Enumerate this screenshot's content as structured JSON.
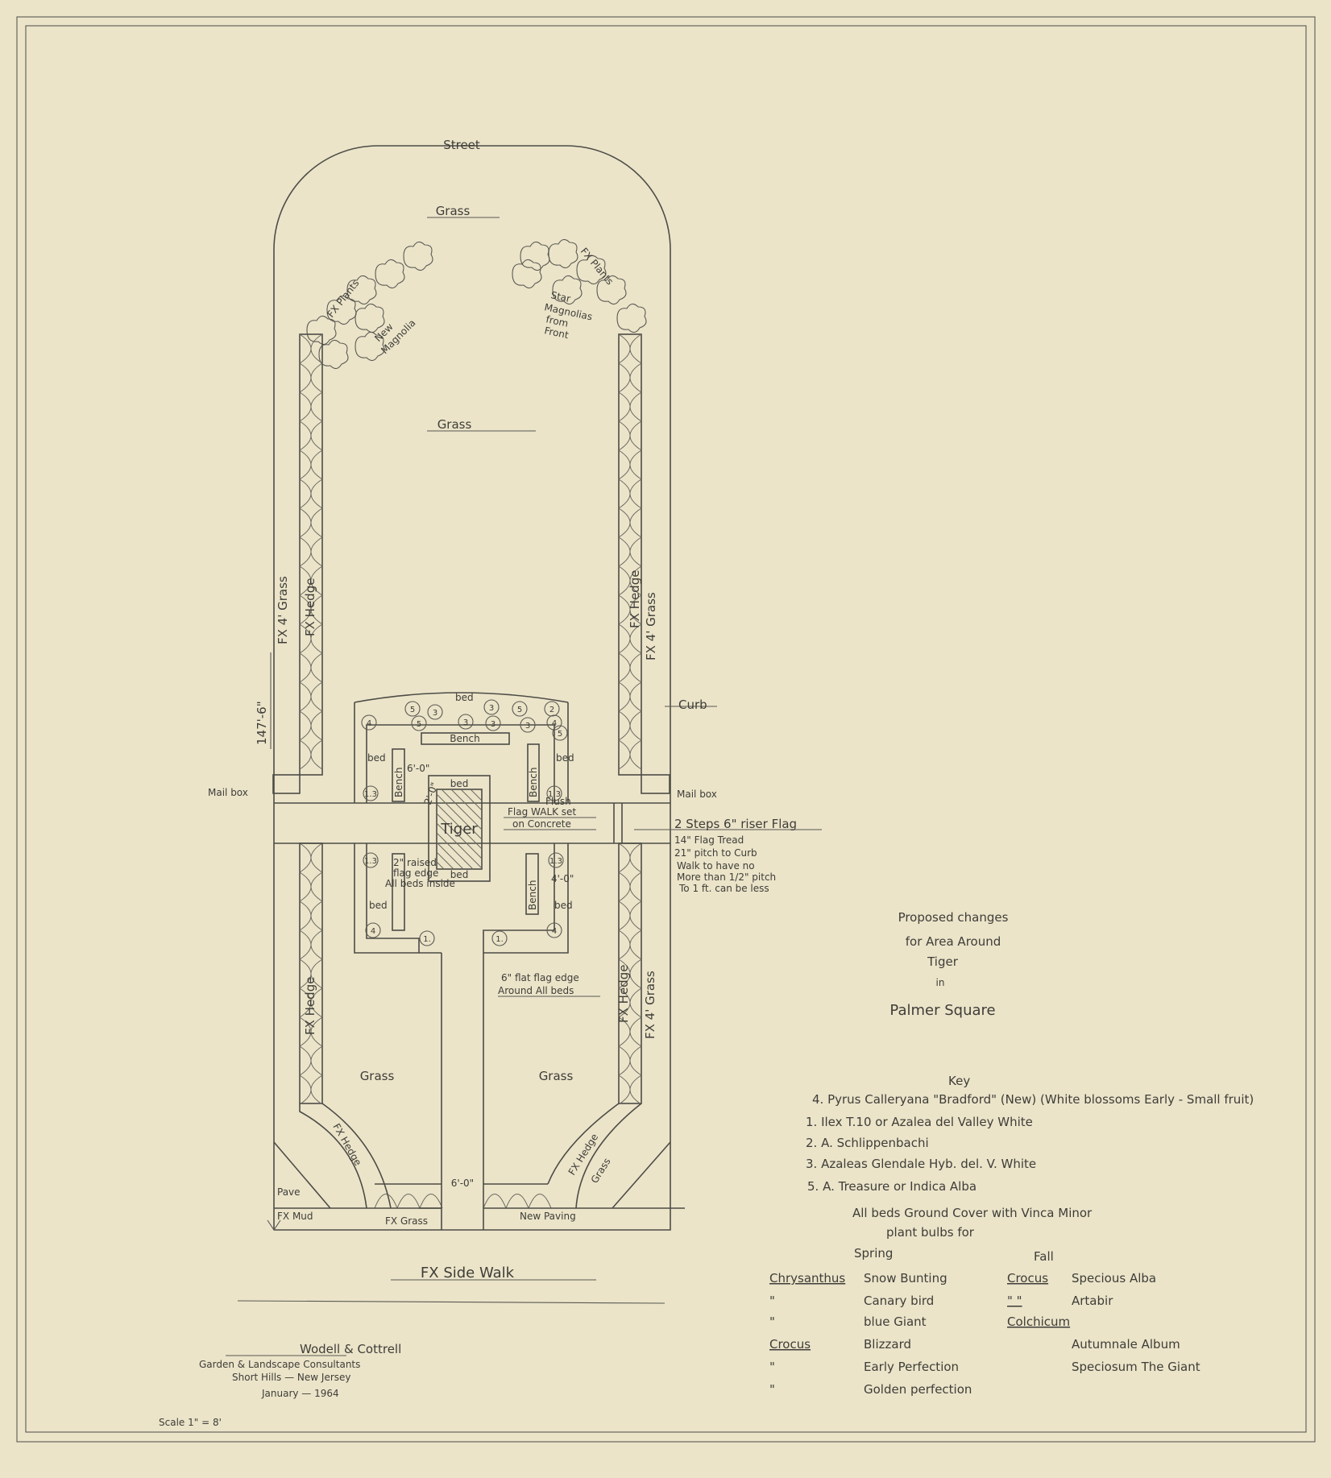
{
  "colors": {
    "paper": "#ebe4c9",
    "pencil": "#4d4c46"
  },
  "plan": {
    "street": "Street",
    "grass_top": "Grass",
    "grass_middle": "Grass",
    "fx_plants_left": "FX Plants",
    "new_magnolia": [
      "New",
      "Magnolia"
    ],
    "fx_plants_right": "FX Plants",
    "star_magnolias": [
      "Star",
      "Magnolias",
      "from",
      "Front"
    ],
    "left_fx_grass": "FX 4' Grass",
    "left_fx_hedge": "FX Hedge",
    "dimension_length": "147'-6\"",
    "right_fx_hedge": "FX Hedge",
    "right_fx_grass": "FX 4' Grass",
    "curb": "Curb",
    "mailbox_left": "Mail box",
    "mailbox_right": "Mail box",
    "bed": "bed",
    "bench": "Bench",
    "tiger": "Tiger",
    "dim_6_0": "6'-0\"",
    "dim_2_0": "2'-0\"",
    "dim_4_0": "4'-0\"",
    "flush": "Flush",
    "flag_walk": [
      "Flag WALK set",
      "on Concrete"
    ],
    "raised_edge": [
      "2\" raised",
      "flag edge",
      "All beds inside"
    ],
    "flat_edge": [
      "6\" flat flag edge",
      "Around All beds"
    ],
    "steps_note": [
      "2 Steps 6\" riser Flag",
      "14\" Flag Tread",
      "21\" pitch to Curb",
      "Walk to have no",
      "More than 1/2\" pitch",
      "To 1 ft. can be less"
    ],
    "lower_grass_left": "Grass",
    "lower_grass_right": "Grass",
    "lower_fx_hedge_left": "FX Hedge",
    "lower_fx_hedge_right": "FX Hedge",
    "lower_right_fx_grass": "FX 4' Grass",
    "curved_hedge_left": "FX Hedge",
    "curved_hedge_right": "FX Hedge",
    "corner_grass": "Grass",
    "walk_width": "6'-0\"",
    "pave": "Pave",
    "fx_mud": "FX Mud",
    "fx_grass_bottom": "FX Grass",
    "new_paving": "New Paving",
    "fx_side_walk": "FX Side Walk",
    "plant_markers": [
      "4",
      "5",
      "3",
      "3",
      "5",
      "2",
      "4",
      "5",
      "3",
      "3",
      "3",
      "5",
      "1.3",
      "1.3",
      "1.3",
      "1.3",
      "4",
      "1.",
      "1.",
      "4"
    ]
  },
  "title_block": {
    "firm": "Wodell & Cottrell",
    "subtitle": "Garden & Landscape Consultants",
    "location": "Short Hills — New Jersey",
    "date": "January — 1964",
    "scale": "Scale 1\" = 8'"
  },
  "proposal": [
    "Proposed changes",
    "for Area Around",
    "Tiger",
    "in",
    "Palmer Square"
  ],
  "key": {
    "heading": "Key",
    "items": [
      "4. Pyrus Calleryana \"Bradford\" (New) (White blossoms Early - Small fruit)",
      "1. Ilex T.10 or Azalea del Valley White",
      "2. A. Schlippenbachi",
      "3. Azaleas Glendale Hyb. del. V. White",
      "5. A. Treasure or Indica Alba"
    ],
    "ground_cover": "All beds Ground Cover with Vinca Minor",
    "bulbs_intro": "plant bulbs for",
    "spring_heading": "Spring",
    "fall_heading": "Fall",
    "spring": [
      {
        "genus": "Chrysanthus",
        "variety": "Snow Bunting"
      },
      {
        "genus": "\"",
        "variety": "Canary bird"
      },
      {
        "genus": "\"",
        "variety": "blue Giant"
      },
      {
        "genus": "Crocus",
        "variety": "Blizzard"
      },
      {
        "genus": "\"",
        "variety": "Early Perfection"
      },
      {
        "genus": "\"",
        "variety": "Golden perfection"
      }
    ],
    "fall": [
      {
        "genus": "Crocus",
        "variety": "Specious Alba"
      },
      {
        "genus": "\"   \"",
        "variety": "Artabir"
      },
      {
        "genus": "Colchicum",
        "variety": ""
      },
      {
        "genus": "",
        "variety": "Autumnale Album"
      },
      {
        "genus": "",
        "variety": "Speciosum The Giant"
      }
    ]
  }
}
